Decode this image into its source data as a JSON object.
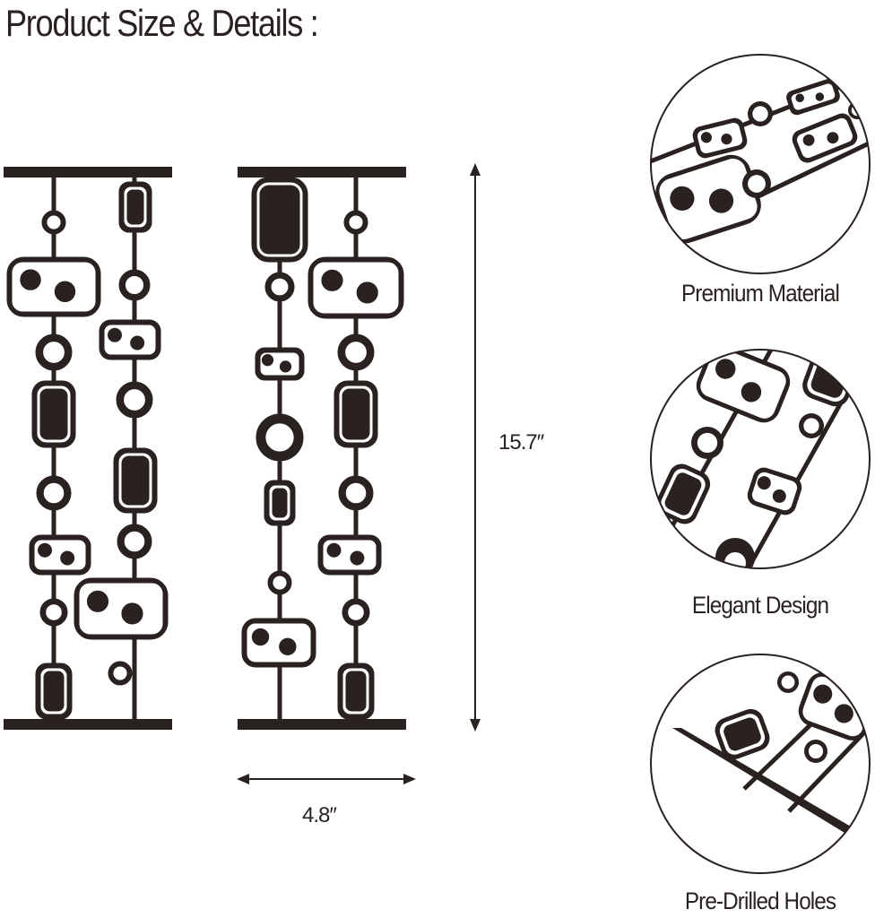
{
  "title": "Product Size & Details :",
  "dimensions": {
    "height": "15.7″",
    "width": "4.8″"
  },
  "features": [
    {
      "label": "Premium Material"
    },
    {
      "label": "Elegant Design"
    },
    {
      "label": "Pre-Drilled Holes"
    }
  ],
  "colors": {
    "metal": "#2a2220",
    "background": "#ffffff"
  }
}
